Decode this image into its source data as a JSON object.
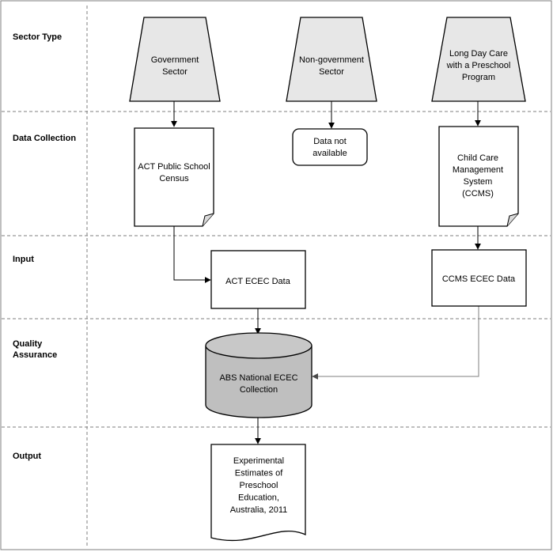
{
  "lanes": [
    {
      "id": "sector-type",
      "label": "Sector Type"
    },
    {
      "id": "data-collection",
      "label": "Data Collection"
    },
    {
      "id": "input",
      "label": "Input"
    },
    {
      "id": "quality-assurance",
      "label": "Quality\nAssurance"
    },
    {
      "id": "output",
      "label": "Output"
    }
  ],
  "nodes": {
    "government": "Government\nSector",
    "non_government": "Non-government\nSector",
    "long_day_care": "Long Day Care\nwith a Preschool\nProgram",
    "act_census": "ACT Public School\nCensus",
    "not_available": "Data not\navailable",
    "ccms": "Child Care\nManagement\nSystem\n(CCMS)",
    "act_ecec": "ACT ECEC Data",
    "ccms_ecec": "CCMS ECEC Data",
    "abs_collection": "ABS National ECEC\nCollection",
    "output_doc": "Experimental\nEstimates of\nPreschool\nEducation,\nAustralia, 2011"
  },
  "colors": {
    "trapezoid_fill": "#e7e7e7",
    "cylinder_fill": "#bfbfbf",
    "cylinder_top": "#c8c8c8",
    "stroke": "#000000",
    "grid": "#7f7f7f"
  }
}
